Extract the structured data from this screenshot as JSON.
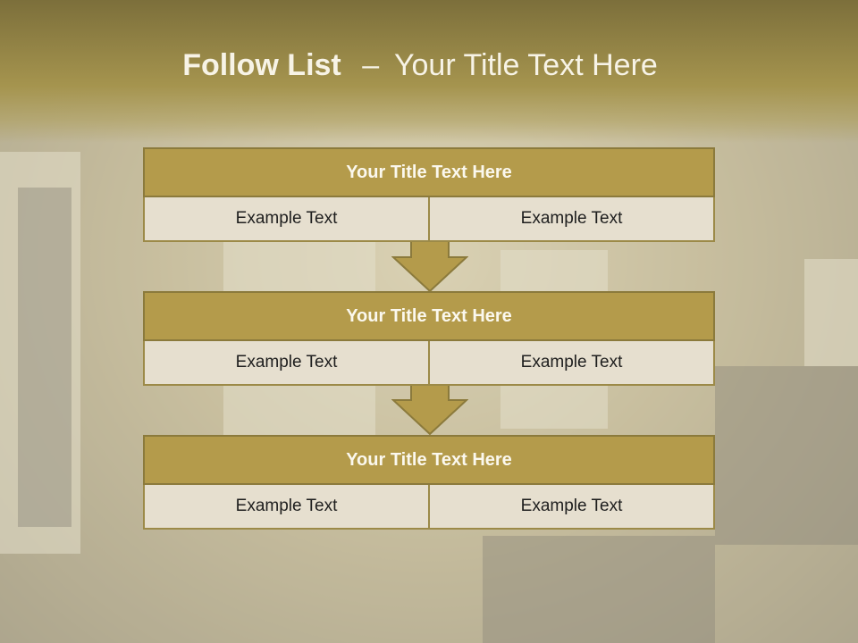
{
  "title": {
    "bold": "Follow List",
    "dash": "–",
    "rest": "Your Title Text Here"
  },
  "blocks": [
    {
      "title": "Your Title Text Here",
      "left": "Example Text",
      "right": "Example Text"
    },
    {
      "title": "Your Title Text Here",
      "left": "Example Text",
      "right": "Example Text"
    },
    {
      "title": "Your Title Text Here",
      "left": "Example Text",
      "right": "Example Text"
    }
  ],
  "colors": {
    "header_fill": "#b49b4b",
    "cell_fill": "#e6dfcf",
    "arrow_fill": "#b49b4b",
    "title_band": "#a5944e"
  }
}
